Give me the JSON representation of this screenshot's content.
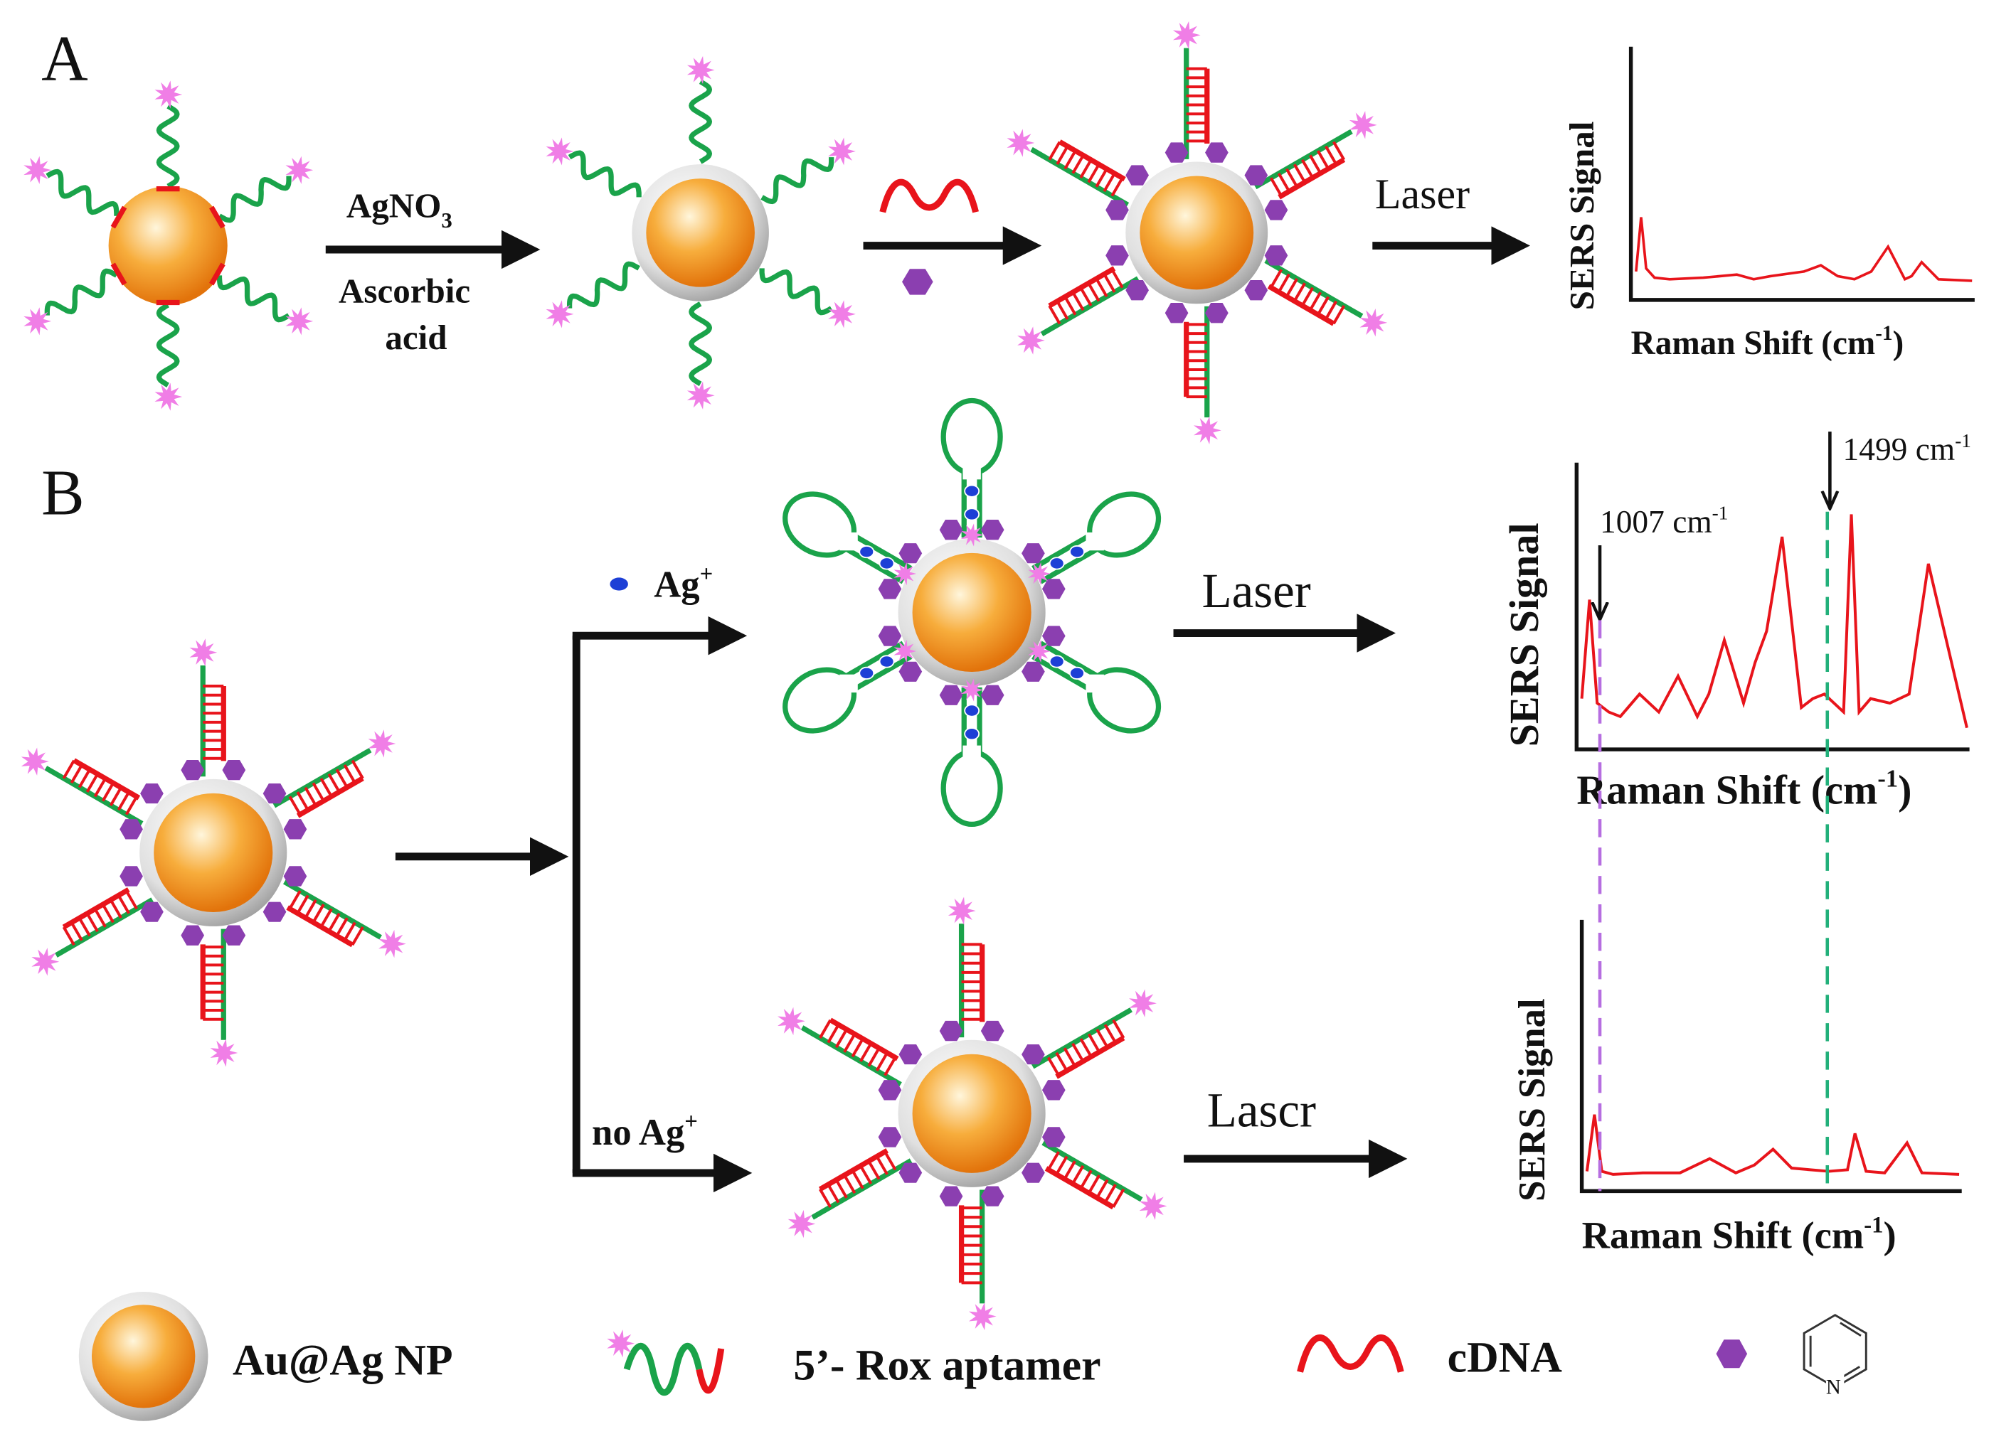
{
  "panels": {
    "a": "A",
    "b": "B"
  },
  "step_a": {
    "reagent_1": "AgNO",
    "reagent_1_sub": "3",
    "reagent_2": "Ascorbic",
    "reagent_3": "acid",
    "laser": "Laser"
  },
  "step_b": {
    "ag_plus": "Ag",
    "ag_plus_sup": "+",
    "no_ag": "no Ag",
    "no_ag_sup": "+",
    "laser_top": "Laser",
    "laser_bottom": "Lascr"
  },
  "spectra": {
    "ylabel": "SERS Signal",
    "xlabel": "Raman Shift (cm",
    "xlabel_sup": "-1",
    "xlabel_close": ")",
    "peak_1": "1007 cm",
    "peak_1_sup": "-1",
    "peak_2": "1499 cm",
    "peak_2_sup": "-1"
  },
  "legend": {
    "nanoparticle": "Au@Ag NP",
    "aptamer": "5’- Rox  aptamer",
    "cdna": "cDNA",
    "pyridine_atom": "N"
  },
  "colors": {
    "aptamer": "#1aa34a",
    "cdna": "#e8141b",
    "rox": "#f07ee6",
    "pyridine": "#8b3fb0",
    "ag_ion": "#1d3fd6",
    "spectrum": "#e8141b",
    "guide_1007": "#b66ee0",
    "guide_1499": "#22b07a"
  },
  "chart_data": [
    {
      "type": "line",
      "panel": "A",
      "title": "",
      "xlabel": "Raman Shift (cm-1)",
      "ylabel": "SERS Signal",
      "x": [
        0,
        0.015,
        0.03,
        0.055,
        0.1,
        0.2,
        0.3,
        0.35,
        0.4,
        0.5,
        0.55,
        0.6,
        0.65,
        0.7,
        0.75,
        0.8,
        0.82,
        0.85,
        0.9,
        1.0
      ],
      "series": [
        {
          "values": [
            0.1,
            0.45,
            0.12,
            0.06,
            0.05,
            0.06,
            0.08,
            0.05,
            0.07,
            0.1,
            0.14,
            0.07,
            0.05,
            0.1,
            0.26,
            0.05,
            0.07,
            0.16,
            0.05,
            0.04
          ]
        }
      ]
    },
    {
      "type": "line",
      "panel": "B-Ag+",
      "title": "",
      "xlabel": "Raman Shift (cm-1)",
      "ylabel": "SERS Signal",
      "annotations": [
        "1007 cm-1",
        "1499 cm-1"
      ],
      "x": [
        0,
        0.02,
        0.04,
        0.07,
        0.1,
        0.15,
        0.2,
        0.25,
        0.3,
        0.33,
        0.37,
        0.42,
        0.45,
        0.48,
        0.52,
        0.57,
        0.6,
        0.63,
        0.68,
        0.7,
        0.72,
        0.75,
        0.8,
        0.85,
        0.9,
        1.0
      ],
      "series": [
        {
          "values": [
            0.18,
            0.62,
            0.16,
            0.12,
            0.1,
            0.2,
            0.12,
            0.28,
            0.1,
            0.2,
            0.44,
            0.16,
            0.34,
            0.48,
            0.9,
            0.14,
            0.18,
            0.2,
            0.12,
            1.0,
            0.12,
            0.18,
            0.16,
            0.2,
            0.78,
            0.05
          ]
        }
      ]
    },
    {
      "type": "line",
      "panel": "B-no Ag+",
      "title": "",
      "xlabel": "Raman Shift (cm-1)",
      "ylabel": "SERS Signal",
      "x": [
        0,
        0.02,
        0.04,
        0.07,
        0.15,
        0.25,
        0.33,
        0.4,
        0.45,
        0.5,
        0.55,
        0.6,
        0.65,
        0.7,
        0.72,
        0.75,
        0.8,
        0.86,
        0.9,
        1.0
      ],
      "series": [
        {
          "values": [
            0.06,
            0.42,
            0.06,
            0.04,
            0.05,
            0.05,
            0.14,
            0.05,
            0.1,
            0.2,
            0.08,
            0.07,
            0.06,
            0.07,
            0.3,
            0.06,
            0.05,
            0.24,
            0.05,
            0.04
          ]
        }
      ]
    }
  ]
}
